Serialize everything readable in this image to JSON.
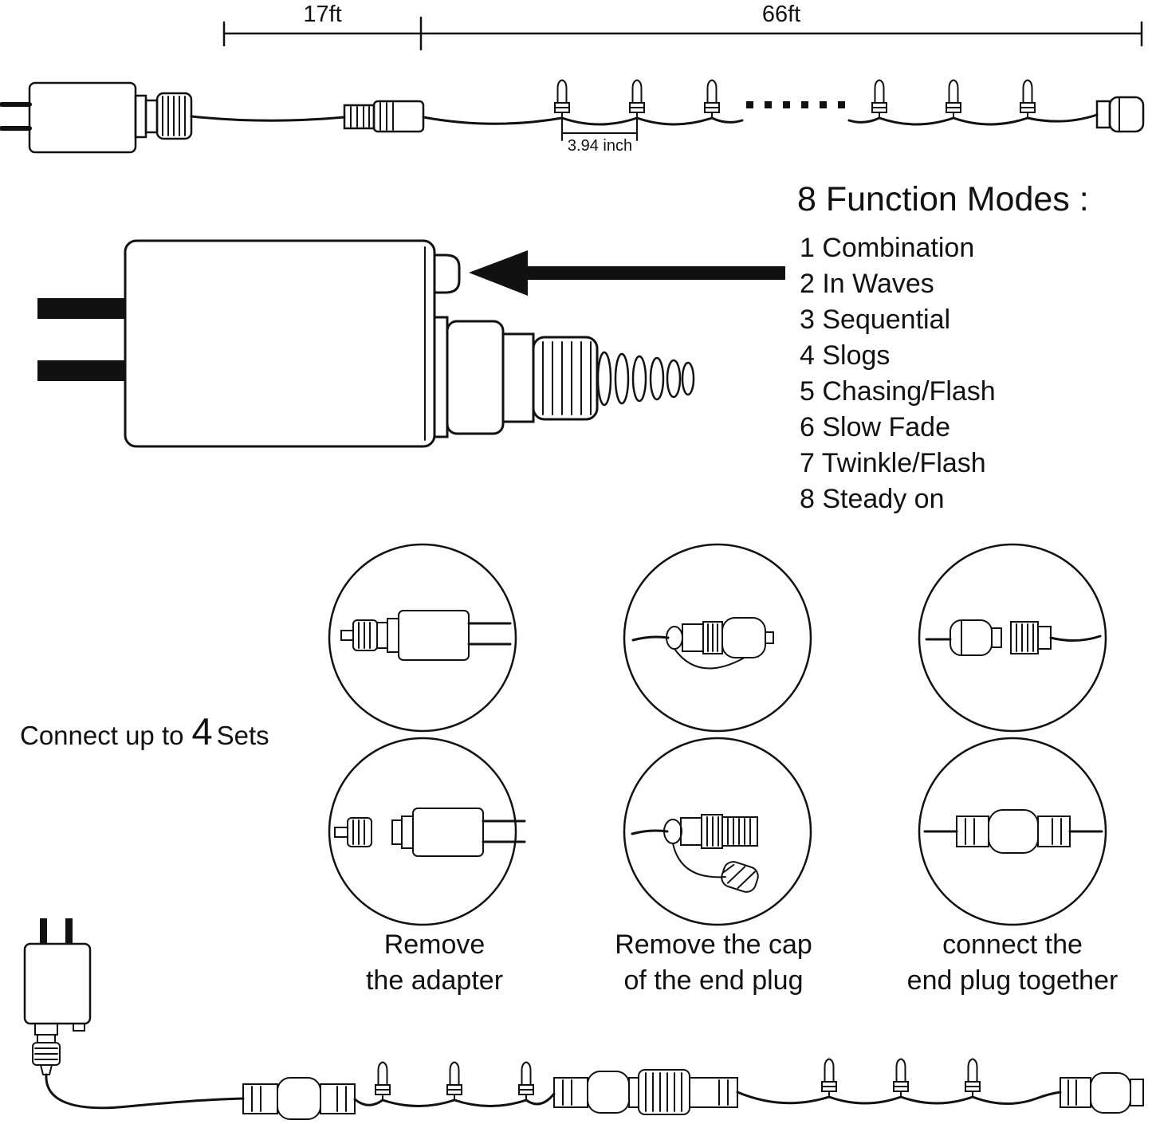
{
  "page": {
    "background_color": "#ffffff",
    "line_color": "#111111"
  },
  "top_diagram": {
    "lead_length_label": "17ft",
    "string_length_label": "66ft",
    "bulb_spacing_label": "3.94 inch"
  },
  "function_modes": {
    "title": "8 Function Modes :",
    "items": [
      "1 Combination",
      "2 In Waves",
      "3 Sequential",
      "4 Slogs",
      "5 Chasing/Flash",
      "6 Slow Fade",
      "7 Twinkle/Flash",
      "8 Steady on"
    ]
  },
  "connectivity": {
    "prefix": "Connect up to",
    "max_sets": "4",
    "suffix": "Sets"
  },
  "steps": [
    {
      "line1": "Remove",
      "line2": "the adapter"
    },
    {
      "line1": "Remove the cap",
      "line2": "of the end plug"
    },
    {
      "line1": "connect the",
      "line2": "end plug together"
    }
  ]
}
